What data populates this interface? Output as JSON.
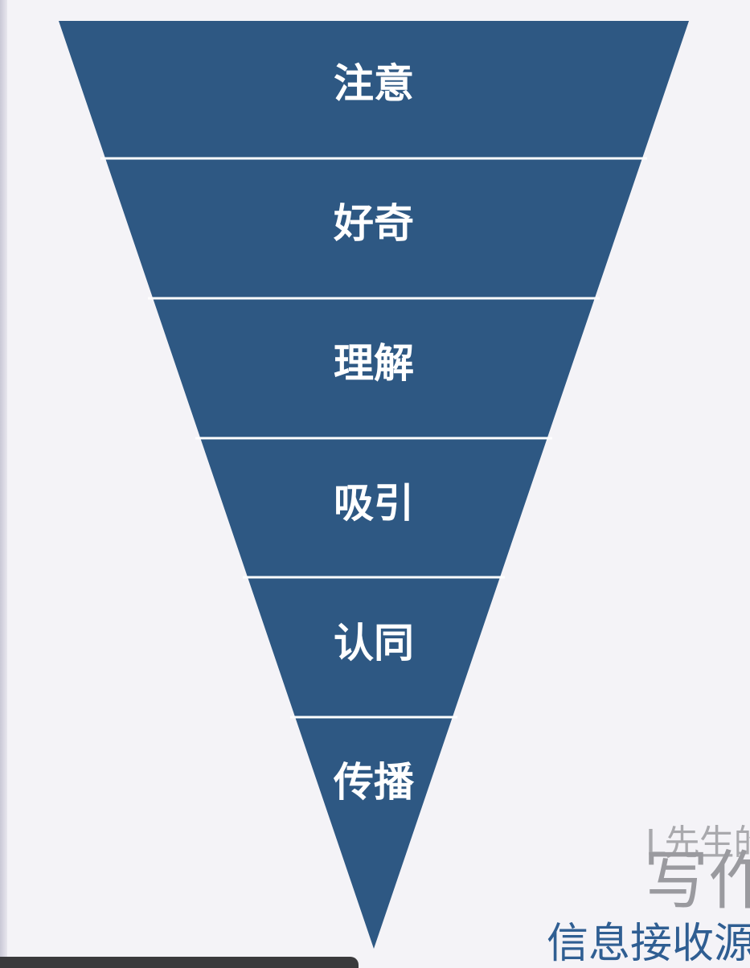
{
  "funnel": {
    "fill_color": "#2e5883",
    "divider_color": "#ffffff",
    "text_color": "#ffffff",
    "levels": [
      {
        "label": "注意"
      },
      {
        "label": "好奇"
      },
      {
        "label": "理解"
      },
      {
        "label": "吸引"
      },
      {
        "label": "认同"
      },
      {
        "label": "传播"
      }
    ]
  },
  "watermark": {
    "line1": "L先生的",
    "line2": "写作",
    "line3": "信息接收源"
  }
}
